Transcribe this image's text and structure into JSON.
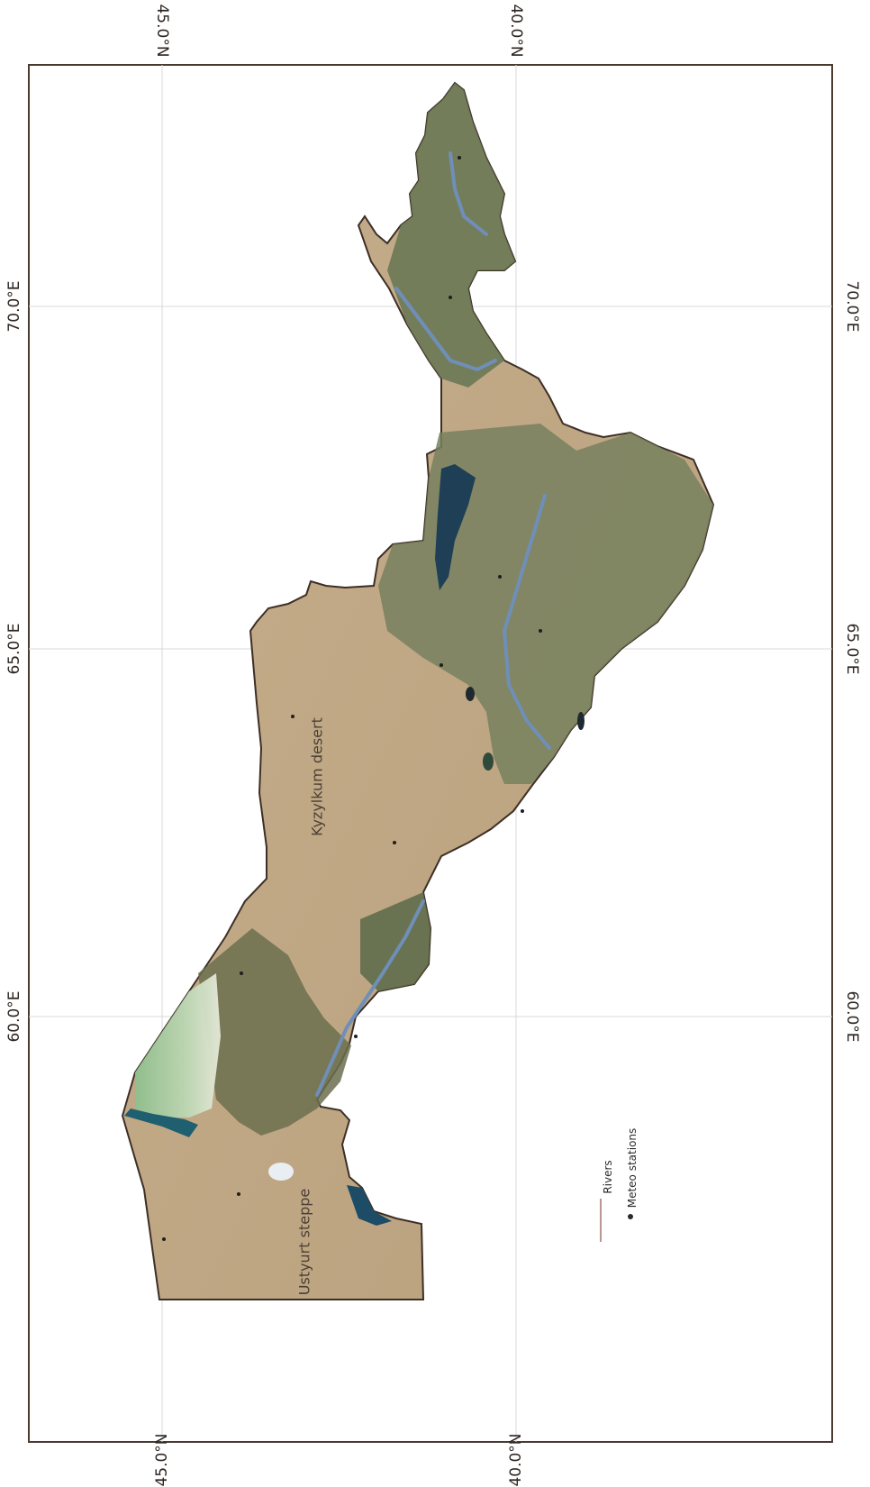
{
  "map": {
    "lat_ticks": [
      "45.0°N",
      "40.0°N"
    ],
    "lon_ticks": [
      "70.0°E",
      "65.0°E",
      "60.0°E"
    ],
    "labels": {
      "region_1": "Kyzylkum desert",
      "region_2": "Ustyurt steppe"
    },
    "legend": {
      "items": [
        {
          "label": "Rivers",
          "symbol": "line-icon"
        },
        {
          "label": "Meteo stations",
          "symbol": "dot-icon"
        }
      ]
    },
    "colors": {
      "frame": "#4a3a30",
      "desert": "#c4ac8a",
      "vegetation": "#6b7a55",
      "water": "#1f4f63",
      "river": "#6f8fb8",
      "sea_shore": "#a9c89a"
    }
  }
}
